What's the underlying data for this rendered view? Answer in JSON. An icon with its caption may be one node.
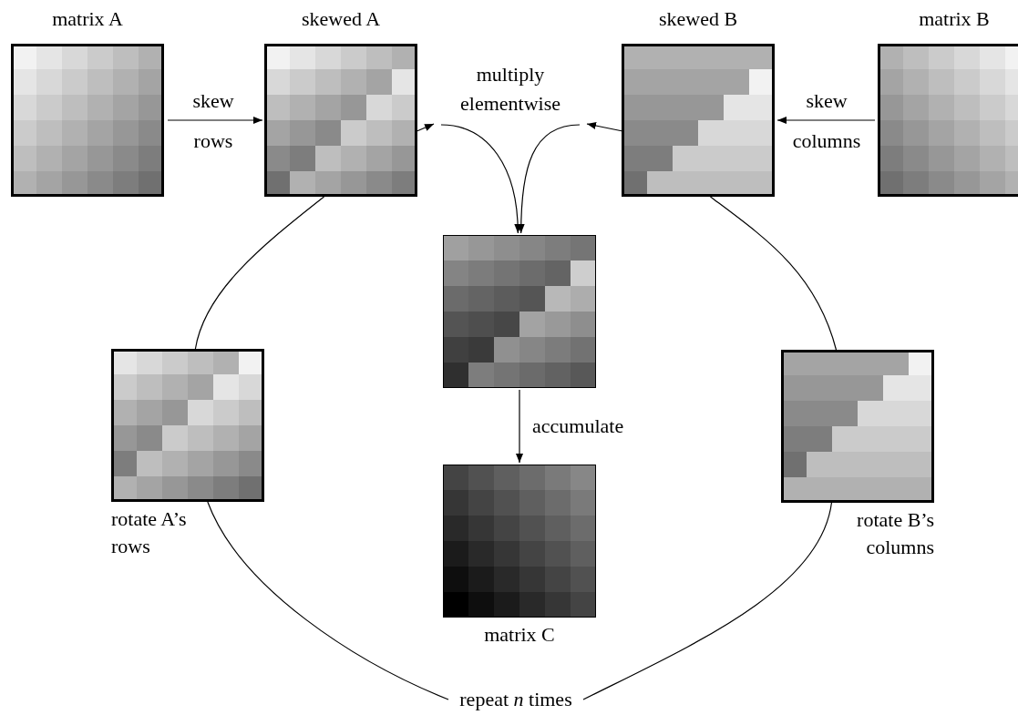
{
  "diagram": {
    "nodes": [
      {
        "text": [
          "matrix A"
        ]
      },
      {
        "text": [
          "skewed A"
        ]
      },
      {
        "text": [
          "multiply elementwise"
        ]
      },
      {
        "text": [
          "skewed B"
        ]
      },
      {
        "text": [
          "matrix B"
        ]
      },
      {
        "text": [],
        "shape": "box"
      },
      {
        "text": [
          "matrix C"
        ]
      },
      {
        "text": [
          "rotate A’s rows"
        ]
      },
      {
        "text": [
          "rotate B’s columns"
        ]
      },
      {
        "text": [
          "repeat *n* times"
        ]
      }
    ],
    "edges": [
      {
        "from": 0,
        "to": 1,
        "arrow": "to",
        "label": "skew rows"
      },
      {
        "from": 1,
        "to": 2,
        "arrow": "to"
      },
      {
        "from": 3,
        "to": 2,
        "arrow": "to"
      },
      {
        "from": 2,
        "to": 5,
        "arrow": "to"
      },
      {
        "from": 2,
        "to": 5,
        "arrow": "to"
      },
      {
        "from": 4,
        "to": 3,
        "arrow": "to",
        "label": "skew columns"
      },
      {
        "from": 5,
        "to": 6,
        "arrow": "to",
        "label": "accumulate"
      },
      {
        "from": 1,
        "to": 7,
        "arrow": "none"
      },
      {
        "from": 7,
        "to": 9,
        "arrow": "none"
      },
      {
        "from": 9,
        "to": 8,
        "arrow": "none"
      },
      {
        "from": 8,
        "to": 3,
        "arrow": "none"
      }
    ]
  }
}
